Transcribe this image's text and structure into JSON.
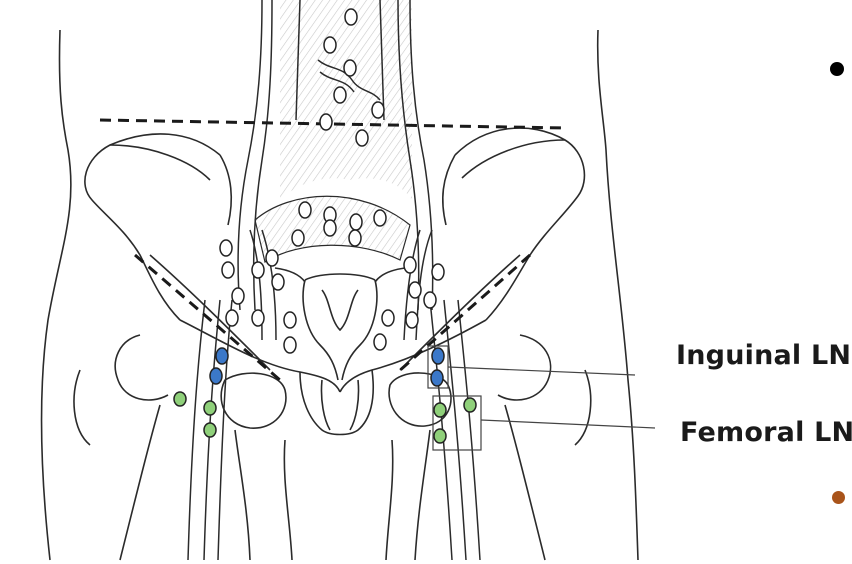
{
  "labels": {
    "inguinal": "Inguinal LN",
    "femoral": "Femoral LN"
  },
  "colors": {
    "line": "#2b2b2b",
    "shade": "#d8d8d8",
    "node_outline": "#222222",
    "inguinal_node": "#3b78c9",
    "femoral_node": "#8fd07a",
    "bullet_black": "#000000",
    "bullet_orange": "#a9541a"
  },
  "icons": {
    "top_bullet": "bullet-black-dot",
    "bottom_bullet": "bullet-orange-dot"
  }
}
